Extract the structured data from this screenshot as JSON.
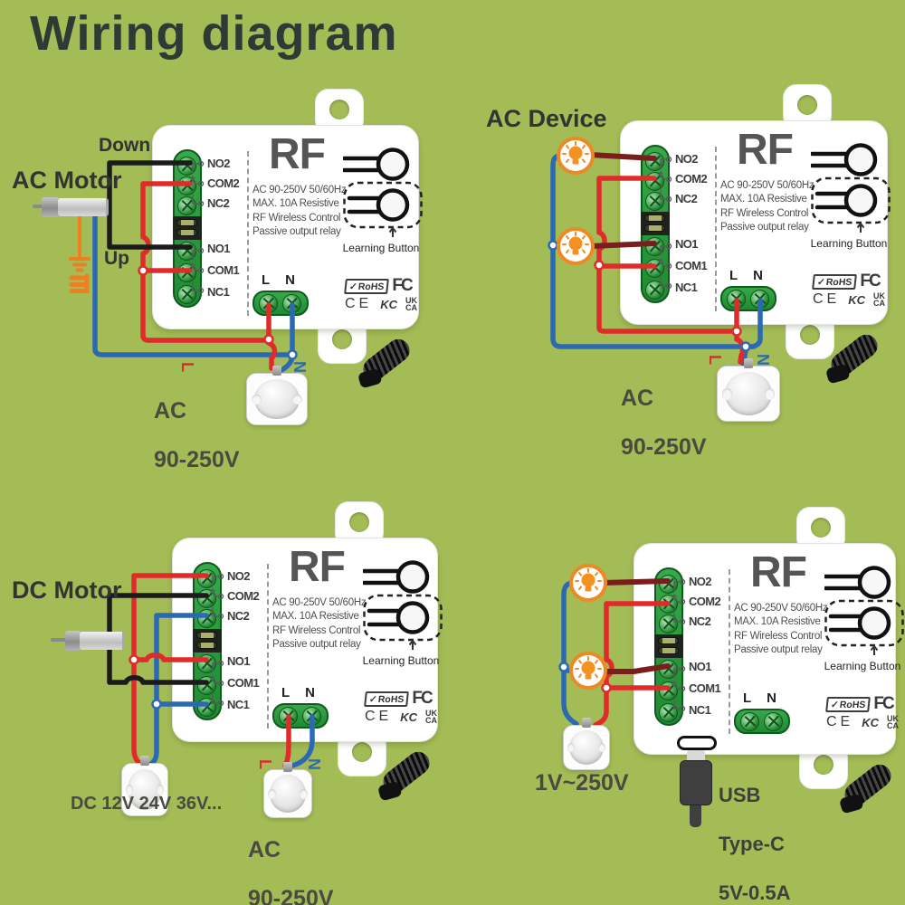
{
  "title": "Wiring diagram",
  "colors": {
    "background": "#a3bc56",
    "wire_live_red": "#e02b2b",
    "wire_neutral_blue": "#2c69b3",
    "wire_black": "#1b1b1b",
    "wire_load_brown": "#7a1d1d",
    "ground_orange": "#ef7f22",
    "terminal_green": "#2f9e41",
    "module_white": "#ffffff"
  },
  "module": {
    "brand": "RF",
    "spec_lines": [
      "AC 90-250V 50/60Hz",
      "MAX. 10A Resistive",
      "RF Wireless Control",
      "Passive output relay"
    ],
    "terminals": [
      "NO2",
      "COM2",
      "NC2",
      "NO1",
      "COM1",
      "NC1"
    ],
    "power_terminals": [
      "L",
      "N"
    ],
    "learning_button": "Learning Button",
    "certs": {
      "rohs_check": "✓",
      "rohs": "RoHS",
      "fc": "FC",
      "ce": "CE",
      "kc": "KC",
      "ukca_line1": "UK",
      "ukca_line2": "CA"
    }
  },
  "panels": {
    "ac_motor": {
      "device": "AC Motor",
      "down": "Down",
      "up": "Up",
      "supply_line1": "AC",
      "supply_line2": "90-250V"
    },
    "ac_device": {
      "device": "AC Device",
      "supply_line1": "AC",
      "supply_line2": "90-250V"
    },
    "dc_motor": {
      "device": "DC Motor",
      "dc_supply": "DC 12V 24V 36V...",
      "supply_line1": "AC",
      "supply_line2": "90-250V"
    },
    "usb_power": {
      "supply": "1V~250V",
      "usb_line1": "USB",
      "usb_line2": "Type-C",
      "usb_line3": "5V-0.5A"
    }
  }
}
